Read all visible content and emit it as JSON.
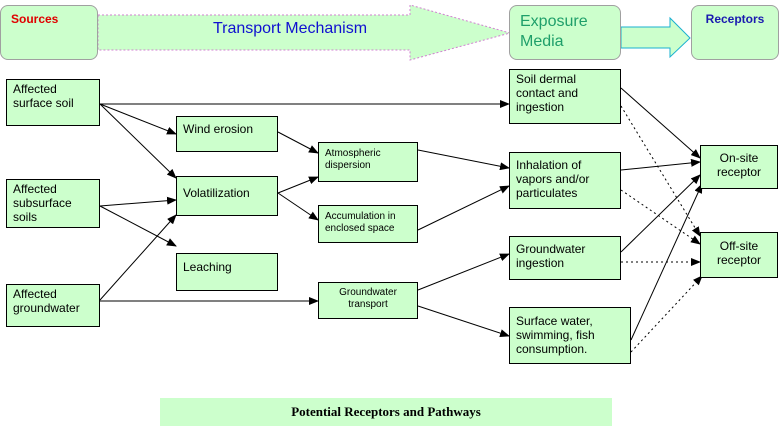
{
  "header": {
    "sources": "Sources",
    "transport": "Transport Mechanism",
    "exposure": "Exposure\nMedia",
    "receptors": "Receptors"
  },
  "sources": {
    "surface_soil": "Affected\nsurface soil",
    "subsurface_soils": "Affected\nsubsurface\nsoils",
    "groundwater": "Affected\ngroundwater"
  },
  "transport": {
    "wind_erosion": "Wind erosion",
    "volatilization": "Volatilization",
    "leaching": "Leaching",
    "atmospheric_dispersion": "Atmospheric\ndispersion",
    "accumulation": "Accumulation in\nenclosed space",
    "groundwater_transport": "Groundwater\ntransport"
  },
  "exposure": {
    "soil_dermal": "Soil dermal\ncontact and\ningestion",
    "inhalation": "Inhalation of\nvapors and/or\nparticulates",
    "groundwater_ingestion": "Groundwater\ningestion",
    "surface_water": "Surface water,\nswimming, fish\nconsumption."
  },
  "receptors": {
    "onsite": "On-site\nreceptor",
    "offsite": "Off-site\nreceptor"
  },
  "caption": "Potential Receptors and Pathways",
  "colors": {
    "box_fill": "#ccffcc",
    "sources_text": "#e00000",
    "transport_text": "#1010d0",
    "exposure_text": "#1f9f6a",
    "receptors_text": "#1a1ab0"
  }
}
